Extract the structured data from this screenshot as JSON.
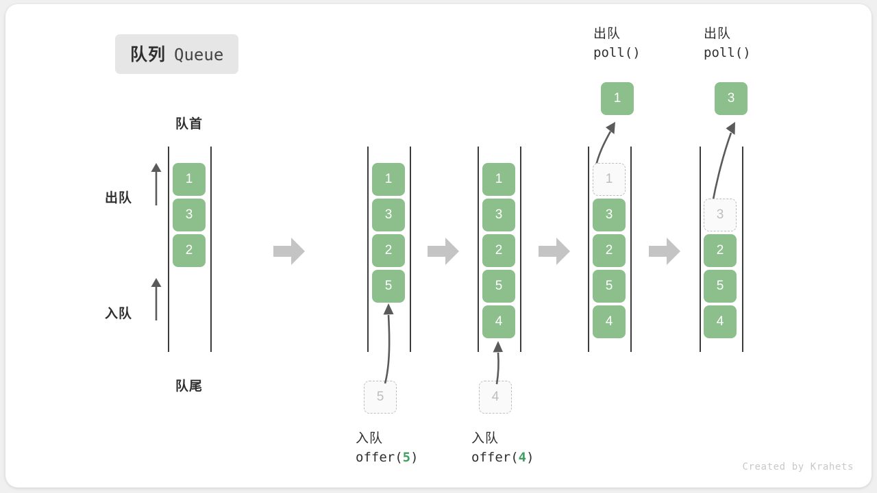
{
  "title": {
    "cn": "队列",
    "en": "Queue"
  },
  "labels": {
    "front": "队首",
    "rear": "队尾",
    "dequeue_side": "出队",
    "enqueue_side": "入队"
  },
  "watermark": "Created by Krahets",
  "colors": {
    "cell_fill": "#8cbf8c",
    "cell_text": "#ffffff",
    "ghost_border": "#bdbdbd",
    "ghost_text": "#bdbdbd",
    "rail": "#3b3b3b",
    "arrow_gray": "#c4c4c4",
    "accent_green": "#41a05f",
    "badge_bg": "#e6e6e6",
    "text_dark": "#2f2f2f"
  },
  "steps": [
    {
      "id": "initial",
      "cells": [
        "1",
        "3",
        "2"
      ],
      "ghost_index": null,
      "ghost_value": null,
      "incoming": null,
      "extracted": null,
      "header": null,
      "footer": null
    },
    {
      "id": "after-offer-5",
      "cells": [
        "1",
        "3",
        "2",
        "5"
      ],
      "ghost_index": null,
      "ghost_value": null,
      "incoming": "5",
      "extracted": null,
      "header": null,
      "footer": {
        "cn": "入队",
        "code_prefix": "offer(",
        "code_value": "5",
        "code_suffix": ")"
      }
    },
    {
      "id": "after-offer-4",
      "cells": [
        "1",
        "3",
        "2",
        "5",
        "4"
      ],
      "ghost_index": null,
      "ghost_value": null,
      "incoming": "4",
      "extracted": null,
      "header": null,
      "footer": {
        "cn": "入队",
        "code_prefix": "offer(",
        "code_value": "4",
        "code_suffix": ")"
      }
    },
    {
      "id": "poll-1",
      "cells": [
        "1",
        "3",
        "2",
        "5",
        "4"
      ],
      "ghost_index": 0,
      "ghost_value": "1",
      "incoming": null,
      "extracted": "1",
      "header": {
        "cn": "出队",
        "code": "poll()"
      },
      "footer": null
    },
    {
      "id": "poll-3",
      "cells": [
        "",
        "3",
        "2",
        "5",
        "4"
      ],
      "ghost_index": 1,
      "ghost_value": "3",
      "incoming": null,
      "extracted": "3",
      "header": {
        "cn": "出队",
        "code": "poll()"
      },
      "footer": null
    }
  ],
  "separators": [
    "arrow-right-icon",
    "arrow-right-icon",
    "arrow-right-icon",
    "arrow-right-icon"
  ]
}
